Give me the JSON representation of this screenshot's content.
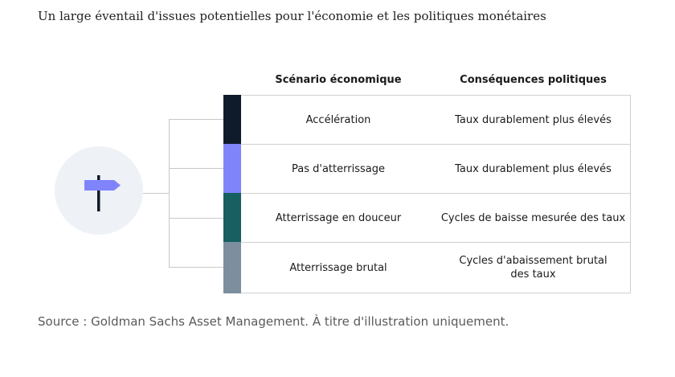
{
  "title": "Un large éventail d'issues potentielles pour l'économie et les politiques monétaires",
  "icon": "signpost-icon",
  "headers": {
    "scenario": "Scénario économique",
    "consequences": "Conséquences politiques"
  },
  "rows": [
    {
      "color": "#0f1b2a",
      "scenario": "Accélération",
      "consequence": "Taux durablement plus élevés"
    },
    {
      "color": "#7f84fb",
      "scenario": "Pas d'atterrissage",
      "consequence": "Taux durablement plus élevés"
    },
    {
      "color": "#175f60",
      "scenario": "Atterrissage en douceur",
      "consequence": "Cycles de baisse mesurée des taux"
    },
    {
      "color": "#7d8f9e",
      "scenario": "Atterrissage brutal",
      "consequence": "Cycles d'abaissement brutal des taux"
    }
  ],
  "source": "Source : Goldman Sachs Asset Management. À titre d'illustration uniquement.",
  "colors": {
    "icon_circle": "#eef1f5",
    "icon_sign": "#7f84fb",
    "icon_post": "#0f1b2a"
  }
}
